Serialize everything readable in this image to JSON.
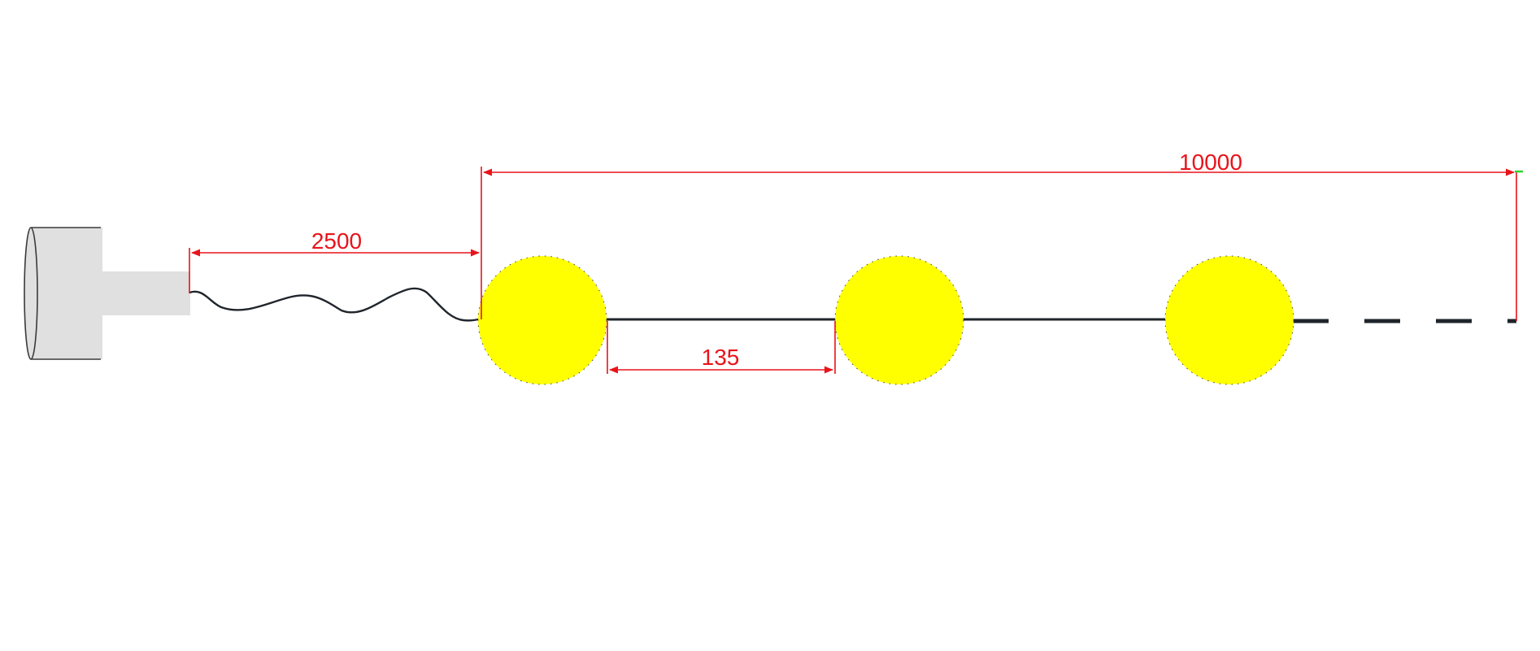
{
  "colors": {
    "dimension": "#e8141b",
    "bulb": "#ffff00",
    "wire": "#1f252b",
    "plug": "#e0e0e0",
    "plug_outline": "#3a3a3a",
    "end_marker": "#2bd52b",
    "background": "#ffffff"
  },
  "dimensions": {
    "lead_length": "2500",
    "bulb_spacing": "135",
    "total_length": "10000"
  },
  "bulbs": {
    "count": 3
  }
}
